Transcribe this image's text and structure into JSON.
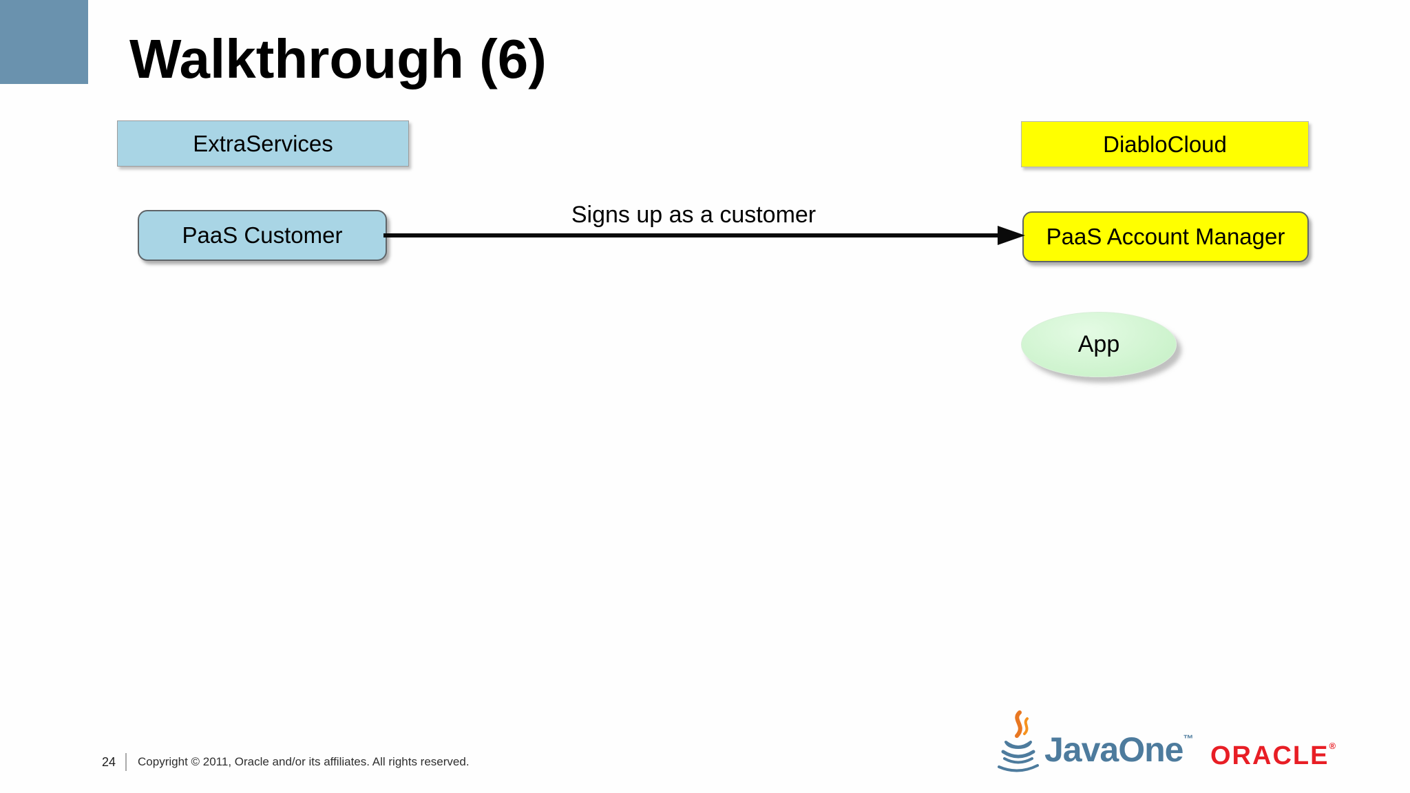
{
  "slide": {
    "title": "Walkthrough (6)",
    "page_number": "24",
    "copyright": "Copyright © 2011, Oracle and/or its affiliates. All rights reserved."
  },
  "diagram": {
    "left_header": "ExtraServices",
    "right_header": "DiabloCloud",
    "actor": "PaaS Customer",
    "target": "PaaS Account Manager",
    "arrow_label": "Signs up as a customer",
    "app_node": "App"
  },
  "logos": {
    "javaone": "JavaOne",
    "javaone_tm": "™",
    "oracle": "ORACLE",
    "oracle_reg": "®"
  },
  "colors": {
    "corner_accent": "#6a92ae",
    "box_blue": "#a9d5e5",
    "box_yellow": "#ffff00",
    "app_green": "#cdf3cd",
    "arrow_black": "#0a0a0a",
    "javaone_blue": "#4d7b9d",
    "javaone_flame_orange": "#f6921e",
    "oracle_red": "#e81e25"
  }
}
